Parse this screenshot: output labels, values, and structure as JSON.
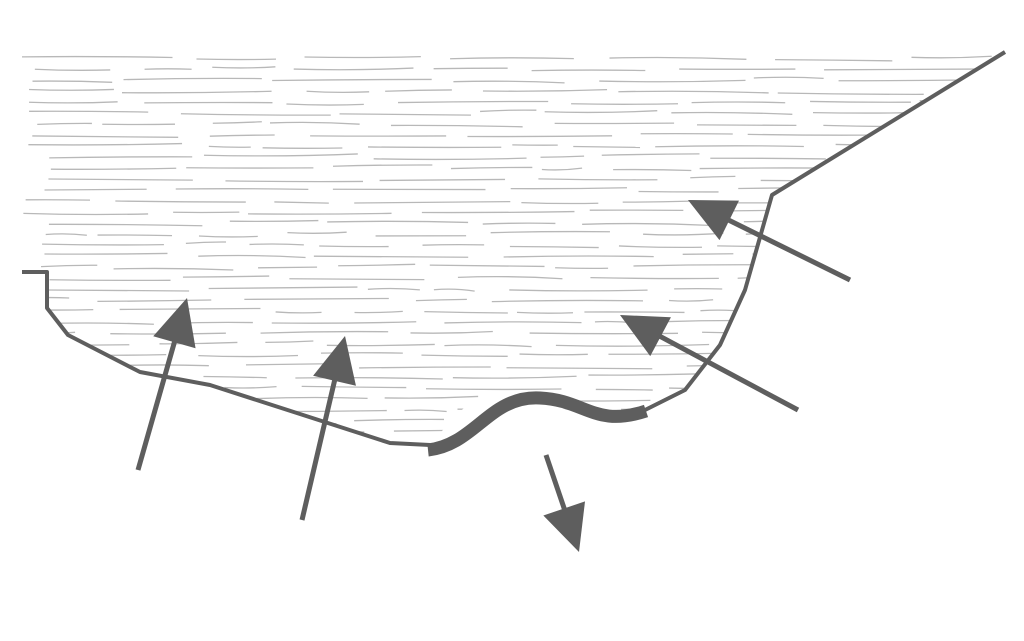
{
  "diagram": {
    "colors": {
      "outline": "#5e5e5e",
      "arrow": "#5e5e5e",
      "water_lines": "#b8b8b8",
      "background": "#ffffff"
    },
    "arrows": [
      {
        "name": "arrow-inflow-bottom-left",
        "direction": "up"
      },
      {
        "name": "arrow-inflow-bottom-center",
        "direction": "up"
      },
      {
        "name": "arrow-inflow-right-upper",
        "direction": "up-left"
      },
      {
        "name": "arrow-inflow-right-lower",
        "direction": "up-left"
      },
      {
        "name": "arrow-outflow-bottom",
        "direction": "down"
      }
    ]
  }
}
